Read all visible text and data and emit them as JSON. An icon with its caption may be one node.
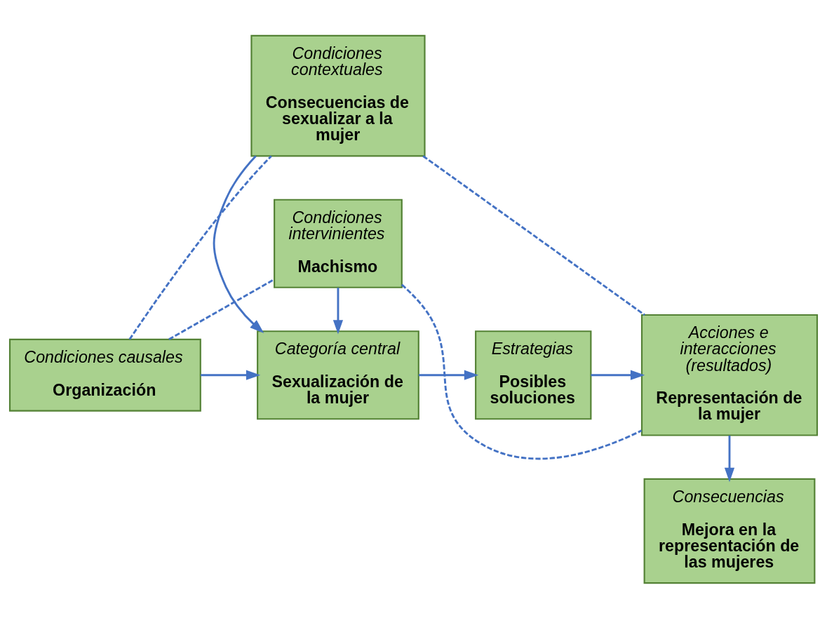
{
  "diagram": {
    "nodes": [
      {
        "text": [
          "Condiciones contextuales",
          "Consecuencias de sexualizar a la mujer"
        ]
      },
      {
        "text": [
          "Condiciones causales",
          "Organización"
        ]
      },
      {
        "text": [
          "Categoría central",
          "Sexualización de la mujer"
        ]
      },
      {
        "text": [
          "Estrategias",
          "Posibles soluciones"
        ]
      },
      {
        "text": [
          "Acciones e interacciones (resultados)",
          "Representación de la mujer"
        ]
      },
      {
        "text": [
          "Condiciones intervinientes",
          "Machismo"
        ]
      },
      {
        "text": [
          "Consecuencias",
          "Mejora en la representación de las mujeres"
        ]
      }
    ],
    "edges": [
      {
        "from": 0,
        "to": 2,
        "arrow": "to"
      },
      {
        "from": 1,
        "to": 2,
        "arrow": "to"
      },
      {
        "from": 5,
        "to": 2,
        "arrow": "to"
      },
      {
        "from": 2,
        "to": 3,
        "arrow": "to"
      },
      {
        "from": 3,
        "to": 4,
        "arrow": "to"
      },
      {
        "from": 4,
        "to": 6,
        "arrow": "to"
      },
      {
        "from": 1,
        "to": 0,
        "arrow": "none",
        "style": "dashed"
      },
      {
        "from": 0,
        "to": 4,
        "arrow": "none",
        "style": "dashed"
      },
      {
        "from": 1,
        "to": 5,
        "arrow": "none",
        "style": "dashed"
      },
      {
        "from": 5,
        "to": 4,
        "arrow": "none",
        "style": "dashed"
      }
    ]
  }
}
